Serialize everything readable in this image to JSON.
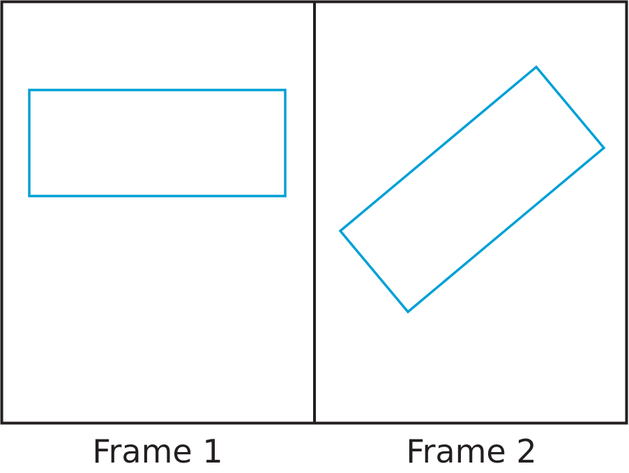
{
  "frames": [
    {
      "label": "Frame 1"
    },
    {
      "label": "Frame 2"
    }
  ],
  "colors": {
    "frame_border": "#231f20",
    "shape_stroke": "#00a0d6",
    "background": "#ffffff"
  },
  "shapes": {
    "frame1": "rectangle",
    "frame2": "rotated-rectangle"
  }
}
